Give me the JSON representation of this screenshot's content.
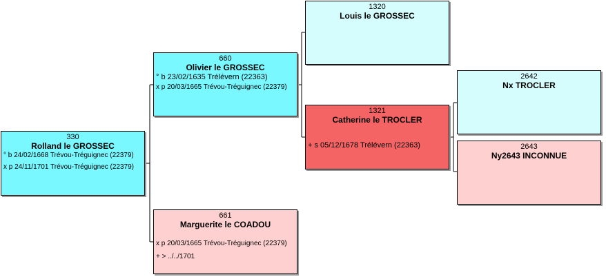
{
  "persons": {
    "p330": {
      "number": "330",
      "name": "Rolland le GROSSEC",
      "lines": [
        "° b 24/02/1668 Trévou-Tréguignec (22379)",
        "x p 24/11/1701 Trévou-Tréguignec (22379)"
      ]
    },
    "p660": {
      "number": "660",
      "name": "Olivier le GROSSEC",
      "lines": [
        "° b 23/02/1635 Trélévern (22363)",
        "x p 20/03/1665 Trévou-Tréguignec (22379)"
      ]
    },
    "p661": {
      "number": "661",
      "name": "Marguerite le COADOU",
      "lines": [
        "x p 20/03/1665 Trévou-Tréguignec (22379)",
        "+ > ../../1701"
      ]
    },
    "p1320": {
      "number": "1320",
      "name": "Louis le GROSSEC"
    },
    "p1321": {
      "number": "1321",
      "name": "Catherine le TROCLER",
      "lines": [
        "+ s 05/12/1678 Trélévern (22363)"
      ]
    },
    "p2642": {
      "number": "2642",
      "name": "Nx TROCLER"
    },
    "p2643": {
      "number": "2643",
      "name": "Ny2643 INCONNUE"
    }
  }
}
